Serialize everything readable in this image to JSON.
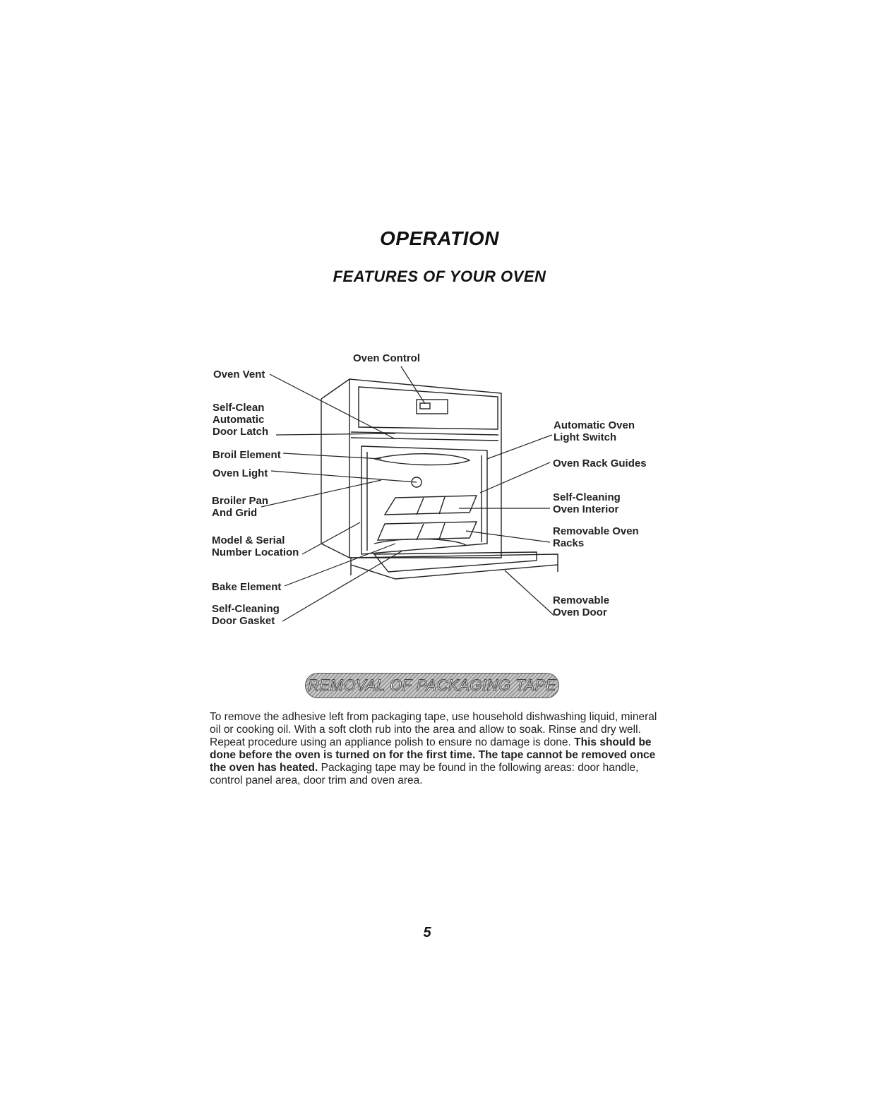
{
  "header": {
    "title": "OPERATION",
    "subtitle": "FEATURES OF YOUR OVEN"
  },
  "diagram_labels": {
    "oven_vent": "Oven Vent",
    "oven_control": "Oven Control",
    "self_clean_latch": [
      "Self-Clean",
      "Automatic",
      "Door Latch"
    ],
    "broil_element": "Broil Element",
    "oven_light": "Oven Light",
    "broiler_pan": [
      "Broiler Pan",
      "And Grid"
    ],
    "model_serial": [
      "Model & Serial",
      "Number Location"
    ],
    "bake_element": "Bake Element",
    "door_gasket": [
      "Self-Cleaning",
      "Door Gasket"
    ],
    "light_switch": [
      "Automatic Oven",
      "Light Switch"
    ],
    "rack_guides": "Oven Rack Guides",
    "oven_interior": [
      "Self-Cleaning",
      "Oven Interior"
    ],
    "oven_racks": [
      "Removable Oven",
      "Racks"
    ],
    "oven_door": [
      "Removable",
      "Oven Door"
    ]
  },
  "section": {
    "banner": "REMOVAL OF PACKAGING TAPE",
    "text_1": "To remove the adhesive left from packaging tape, use household dishwashing liquid, mineral oil or cooking oil. With a soft cloth rub into the area and allow to soak. Rinse and dry well. Repeat procedure using an appliance polish to ensure no damage is done.",
    "text_bold": "This should be done before the oven is turned on for the first time. The tape cannot be removed once the oven has heated.",
    "text_2": "Packaging tape may be found in the following areas: door handle, control panel area, door trim and oven area."
  },
  "footer": {
    "page_number": "5"
  }
}
